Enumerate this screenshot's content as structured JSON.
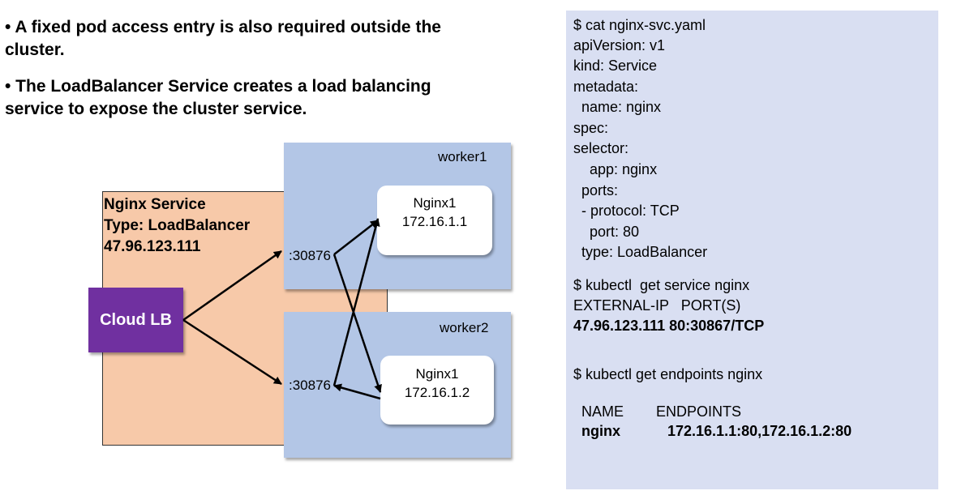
{
  "bullets": [
    "• A fixed pod access entry is also required outside the cluster.",
    "• The LoadBalancer Service creates a load balancing service to expose the cluster service."
  ],
  "service": {
    "title": "Nginx Service",
    "type": "Type: LoadBalancer",
    "ip": "47.96.123.111"
  },
  "cloud_lb": "Cloud LB",
  "workers": [
    {
      "label": "worker1",
      "port": ":30876",
      "pod_name": "Nginx1",
      "pod_ip": "172.16.1.1"
    },
    {
      "label": "worker2",
      "port": ":30876",
      "pod_name": "Nginx1",
      "pod_ip": "172.16.1.2"
    }
  ],
  "code": {
    "yaml_cmd": "$ cat nginx-svc.yaml",
    "yaml_lines": [
      "apiVersion: v1",
      "kind: Service",
      "metadata:",
      "  name: nginx",
      "spec:",
      "selector:",
      "    app: nginx",
      "  ports:",
      "  - protocol: TCP",
      "    port: 80",
      "  type: LoadBalancer"
    ],
    "svc_cmd": "$ kubectl  get service nginx",
    "svc_header": "EXTERNAL-IP   PORT(S)",
    "svc_value": "47.96.123.111 80:30867/TCP",
    "ep_cmd": "$ kubectl get endpoints nginx",
    "ep_header": "NAME        ENDPOINTS",
    "ep_name": "nginx",
    "ep_value": "172.16.1.1:80,172.16.1.2:80"
  }
}
